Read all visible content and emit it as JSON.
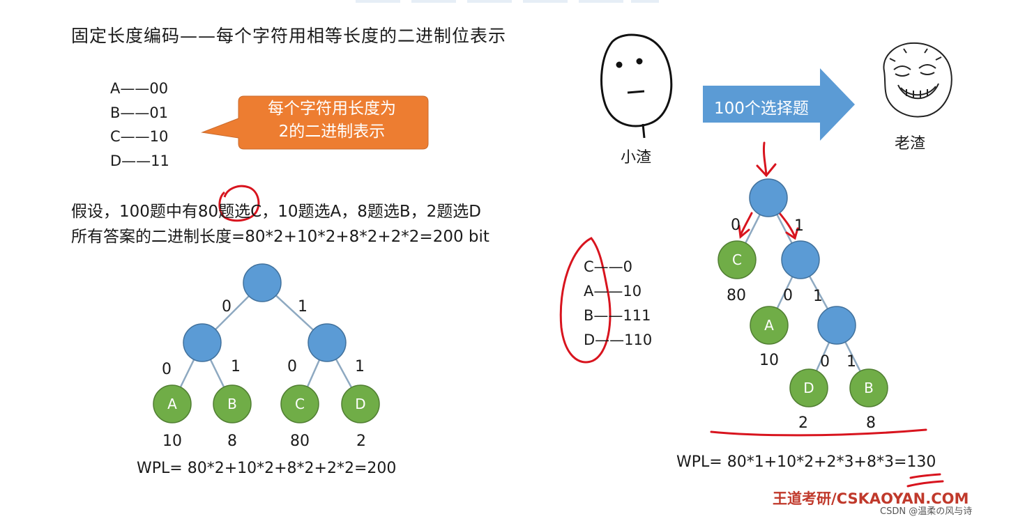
{
  "left": {
    "title": "固定长度编码——每个字符用相等长度的二进制位表示",
    "codes": [
      "A——00",
      "B——01",
      "C——10",
      "D——11"
    ],
    "callout": [
      "每个字符用长度为",
      "2的二进制表示"
    ],
    "assumption": "假设，100题中有80题选C，10题选A，8题选B，2题选D",
    "total_length": "所有答案的二进制长度=80*2+10*2+8*2+2*2=200 bit",
    "tree": {
      "edge_labels": [
        "0",
        "1",
        "0",
        "1",
        "0",
        "1"
      ],
      "leaves": [
        {
          "letter": "A",
          "weight": "10"
        },
        {
          "letter": "B",
          "weight": "8"
        },
        {
          "letter": "C",
          "weight": "80"
        },
        {
          "letter": "D",
          "weight": "2"
        }
      ]
    },
    "wpl": "WPL= 80*2+10*2+8*2+2*2=200"
  },
  "right": {
    "person_left": "小渣",
    "arrow_text": "100个选择题",
    "person_right": "老渣",
    "codes": [
      "C——0",
      "A——10",
      "B——111",
      "D——110"
    ],
    "tree": {
      "edge_labels": [
        "0",
        "1",
        "0",
        "1",
        "0",
        "1"
      ],
      "leaves": [
        {
          "letter": "C",
          "weight": "80"
        },
        {
          "letter": "A",
          "weight": "10"
        },
        {
          "letter": "D",
          "weight": "2"
        },
        {
          "letter": "B",
          "weight": "8"
        }
      ]
    },
    "wpl": "WPL= 80*1+10*2+2*3+8*3=130"
  },
  "watermark": {
    "brand": "王道考研/CSKAOYAN.COM",
    "csdn": "CSDN @温柔の风与诗"
  },
  "colors": {
    "internal_node": "#5b9bd5",
    "leaf_node": "#70ad47",
    "callout": "#ed7d31",
    "arrow": "#5b9bd5",
    "edge": "#8ea9c1",
    "ink_red": "#d8141e",
    "brand_red": "#c0392b"
  },
  "icons": [
    "poker-face-icon",
    "troll-smile-face-icon"
  ]
}
